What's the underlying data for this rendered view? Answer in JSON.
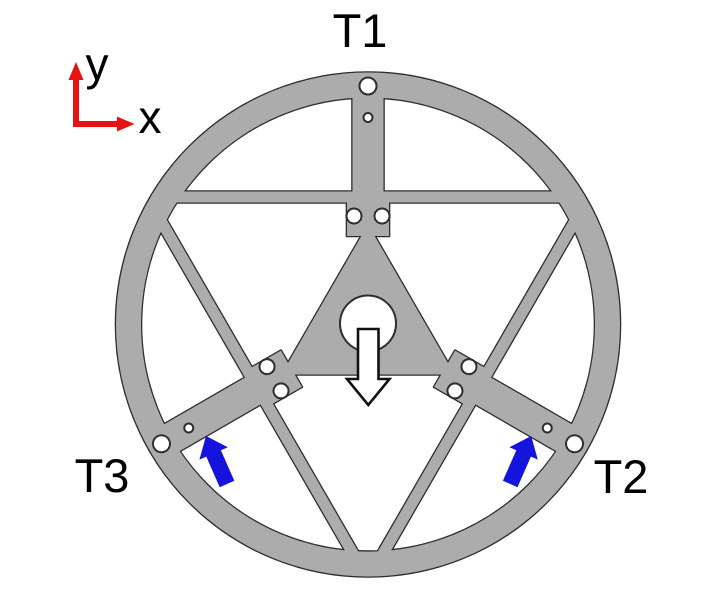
{
  "diagram": {
    "part_labels": {
      "t1": "T1",
      "t2": "T2",
      "t3": "T3"
    },
    "axis_labels": {
      "x": "x",
      "y": "y"
    },
    "colors": {
      "background": "#ffffff",
      "part": "#acacac",
      "outline": "#2e2e2e",
      "force_arrow_blue": "#1414dd",
      "axis_red": "#e81212",
      "motion_arrow_fill": "#ffffff",
      "motion_arrow_outline": "#111111",
      "label_text": "#000000"
    },
    "icons": {
      "coordinate_axes_icon": "red x/y axis arrows at top left",
      "force_arrow_t3_icon": "blue arrow pointing up-left at lower-left tab",
      "force_arrow_t2_icon": "blue arrow pointing up-right at lower-right tab",
      "motion_arrow_icon": "white outlined arrow pointing down from center hole"
    }
  }
}
